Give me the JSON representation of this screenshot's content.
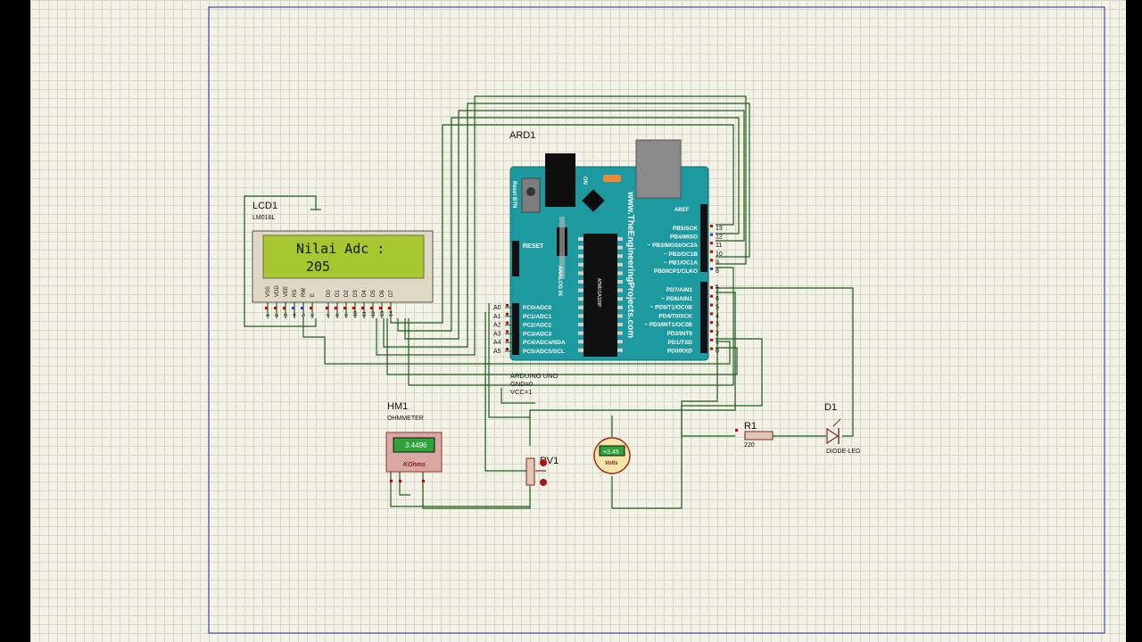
{
  "lcd": {
    "ref": "LCD1",
    "model": "LM016L",
    "line1": "Nilai Adc :",
    "line2": "205",
    "pins": [
      "VSS",
      "VDD",
      "VEE",
      "RS",
      "RW",
      "E",
      "D0",
      "D1",
      "D2",
      "D3",
      "D4",
      "D5",
      "D6",
      "D7"
    ],
    "pin_numbers": [
      "1",
      "2",
      "3",
      "4",
      "5",
      "6",
      "7",
      "8",
      "9",
      "10",
      "11",
      "12",
      "13",
      "14"
    ]
  },
  "arduino": {
    "ref": "ARD1",
    "model": "ARDUINO UNO",
    "gnd": "GND=0",
    "vcc": "VCC=1",
    "website": "www.TheEngineeringProjects.com",
    "reset_btn": "Reset BTN",
    "on": "ON",
    "reset": "RESET",
    "analog_in": "ANALOG IN",
    "aref": "AREF",
    "chip": "ATMEGA328P",
    "left_pins": [
      "PC0/ADC0",
      "PC1/ADC1",
      "PC2/ADC2",
      "PC3/ADC3",
      "PC4/ADC4/SDA",
      "PC5/ADC5/SCL"
    ],
    "left_nets": [
      "A0",
      "A1",
      "A2",
      "A3",
      "A4",
      "A5"
    ],
    "right_top_pins": [
      "PB5/SCK",
      "PB4/MISO",
      "~ PB3/MOSI/OC2A",
      "~ PB2/OC1B",
      "~ PB1/OC1A",
      "PB0/ICP1/CLKO"
    ],
    "right_top_numbers": [
      "13",
      "12",
      "11",
      "10",
      "9",
      "8"
    ],
    "right_bottom_pins": [
      "PD7/AIN1",
      "~ PD6/AIN1",
      "~ PD5/T1/OC0B",
      "PD4/T0/XCK",
      "~ PD3/INT1/OC2B",
      "PD2/INT0",
      "PD1/TXD",
      "PD0/RXD"
    ],
    "right_bottom_numbers": [
      "7",
      "6",
      "5",
      "4",
      "3",
      "2",
      "1",
      "0"
    ]
  },
  "ohmmeter": {
    "ref": "HM1",
    "type": "OHMMETER",
    "value": "3.4496",
    "unit": "KOhms"
  },
  "pot": {
    "ref": "RV1"
  },
  "voltmeter": {
    "value": "+3.45",
    "unit": "Volts"
  },
  "resistor": {
    "ref": "R1",
    "value": "220"
  },
  "led": {
    "ref": "D1",
    "type": "DIODE-LED"
  }
}
